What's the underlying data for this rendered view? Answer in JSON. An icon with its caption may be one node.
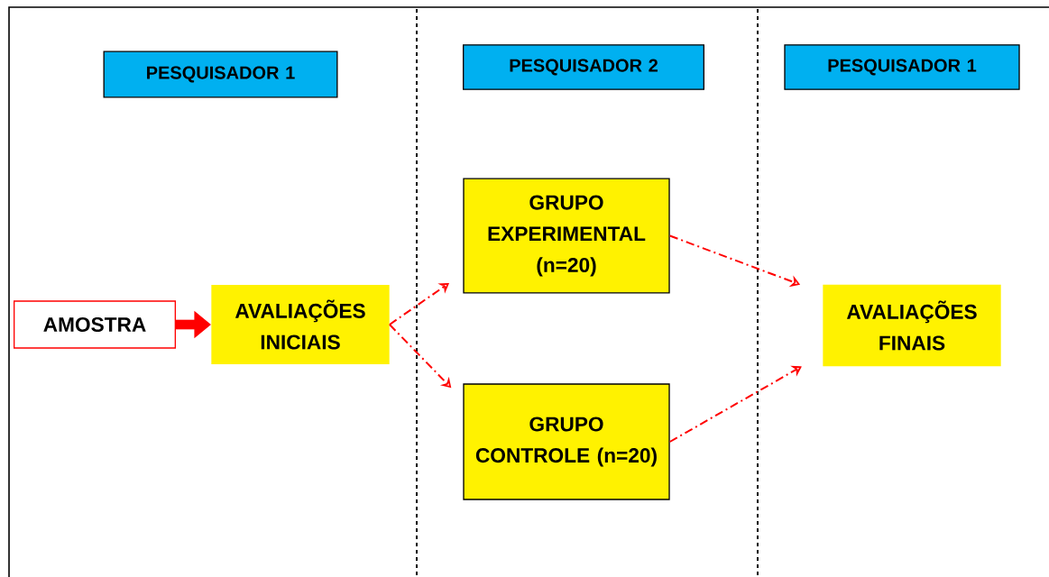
{
  "diagram": {
    "nodes": [
      {
        "text": [
          "PESQUISADOR 1"
        ]
      },
      {
        "text": [
          "PESQUISADOR 2"
        ]
      },
      {
        "text": [
          "PESQUISADOR 1"
        ]
      },
      {
        "text": [
          "AMOSTRA"
        ]
      },
      {
        "text": [
          "AVALIAÇÕES INICIAIS"
        ]
      },
      {
        "text": [
          "GRUPO EXPERIMENTAL (n=20)"
        ]
      },
      {
        "text": [
          "GRUPO CONTROLE (n=20)"
        ]
      },
      {
        "text": [
          "AVALIAÇÕES FINAIS"
        ]
      }
    ],
    "edges": [
      {
        "from": 3,
        "to": 4,
        "arrow": "to",
        "style": "thick"
      },
      {
        "from": 4,
        "to": 5,
        "arrow": "to",
        "style": "dashed"
      },
      {
        "from": 4,
        "to": 6,
        "arrow": "to",
        "style": "dashed"
      },
      {
        "from": 5,
        "to": 7,
        "arrow": "to",
        "style": "dashed"
      },
      {
        "from": 6,
        "to": 7,
        "arrow": "to",
        "style": "dashed"
      }
    ]
  }
}
